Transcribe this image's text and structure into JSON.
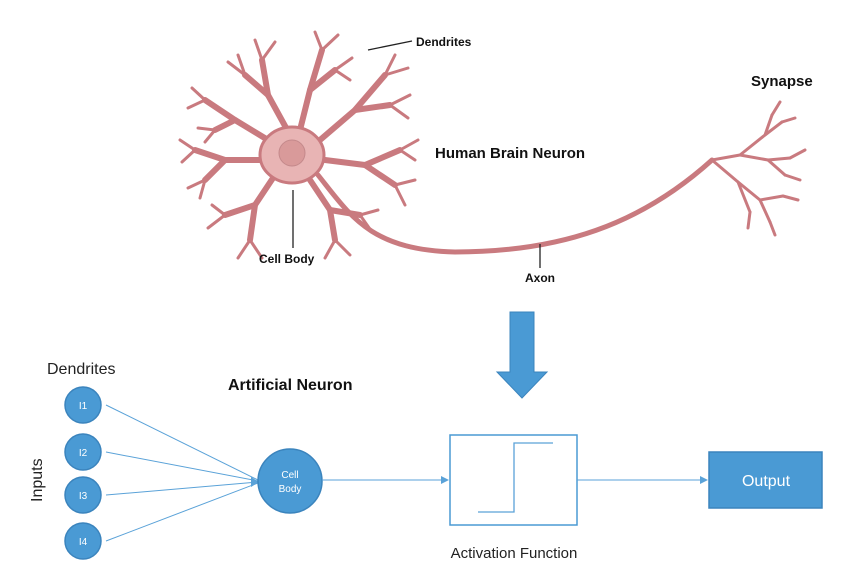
{
  "neuron": {
    "title": "Human Brain Neuron",
    "dendrites_label": "Dendrites",
    "cell_body_label": "Cell Body",
    "axon_label": "Axon",
    "synapse_label": "Synapse"
  },
  "artificial": {
    "title": "Artificial Neuron",
    "dendrites_label": "Dendrites",
    "inputs_label": "Inputs",
    "inputs": [
      "I1",
      "I2",
      "I3",
      "I4"
    ],
    "cell_body_line1": "Cell",
    "cell_body_line2": "Body",
    "activation_label": "Activation Function",
    "output_label": "Output"
  },
  "colors": {
    "neuron": "#c97a7f",
    "neuron_dark": "#a85a60",
    "cell_body": "#e8b4b4",
    "nucleus": "#d99a9a",
    "accent_blue": "#4a9ad4",
    "line_blue": "#5aa2d8"
  }
}
